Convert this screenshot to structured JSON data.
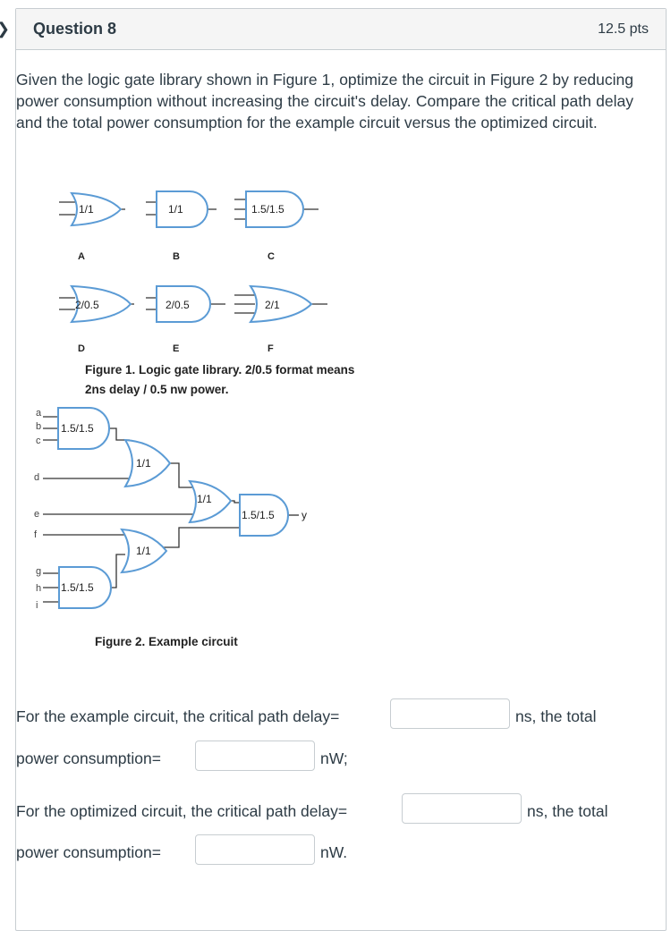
{
  "question": {
    "title": "Question 8",
    "points": "12.5 pts",
    "text": "Given the logic gate library shown in Figure 1, optimize the circuit in Figure 2 by reducing power consumption without increasing the circuit's delay. Compare the critical path delay and the total power consumption for the example circuit versus the optimized circuit."
  },
  "figure1": {
    "gates": [
      {
        "letter": "A",
        "label": "1/1"
      },
      {
        "letter": "B",
        "label": "1/1"
      },
      {
        "letter": "C",
        "label": "1.5/1.5"
      },
      {
        "letter": "D",
        "label": "2/0.5"
      },
      {
        "letter": "E",
        "label": "2/0.5"
      },
      {
        "letter": "F",
        "label": "2/1"
      }
    ],
    "caption_line1": "Figure 1. Logic gate library.  2/0.5 format means",
    "caption_line2": "2ns delay / 0.5 nw power."
  },
  "figure2": {
    "inputs": [
      "a",
      "b",
      "c",
      "d",
      "e",
      "f",
      "g",
      "h",
      "i"
    ],
    "gate_labels": [
      "1.5/1.5",
      "1/1",
      "1/1",
      "1.5/1.5",
      "1/1",
      "1.5/1.5"
    ],
    "output": "y",
    "caption": "Figure 2. Example circuit"
  },
  "answers": {
    "example_delay_prefix": "For the example circuit, the critical path delay=",
    "example_delay_suffix": "ns, the total",
    "example_power_prefix": "power consumption=",
    "example_power_suffix": "nW;",
    "optimized_delay_prefix": "For the optimized circuit, the critical path delay=",
    "optimized_delay_suffix": "ns, the total",
    "optimized_power_prefix": "power consumption=",
    "optimized_power_suffix": "nW.",
    "example_delay_value": "",
    "example_power_value": "",
    "optimized_delay_value": "",
    "optimized_power_value": ""
  }
}
